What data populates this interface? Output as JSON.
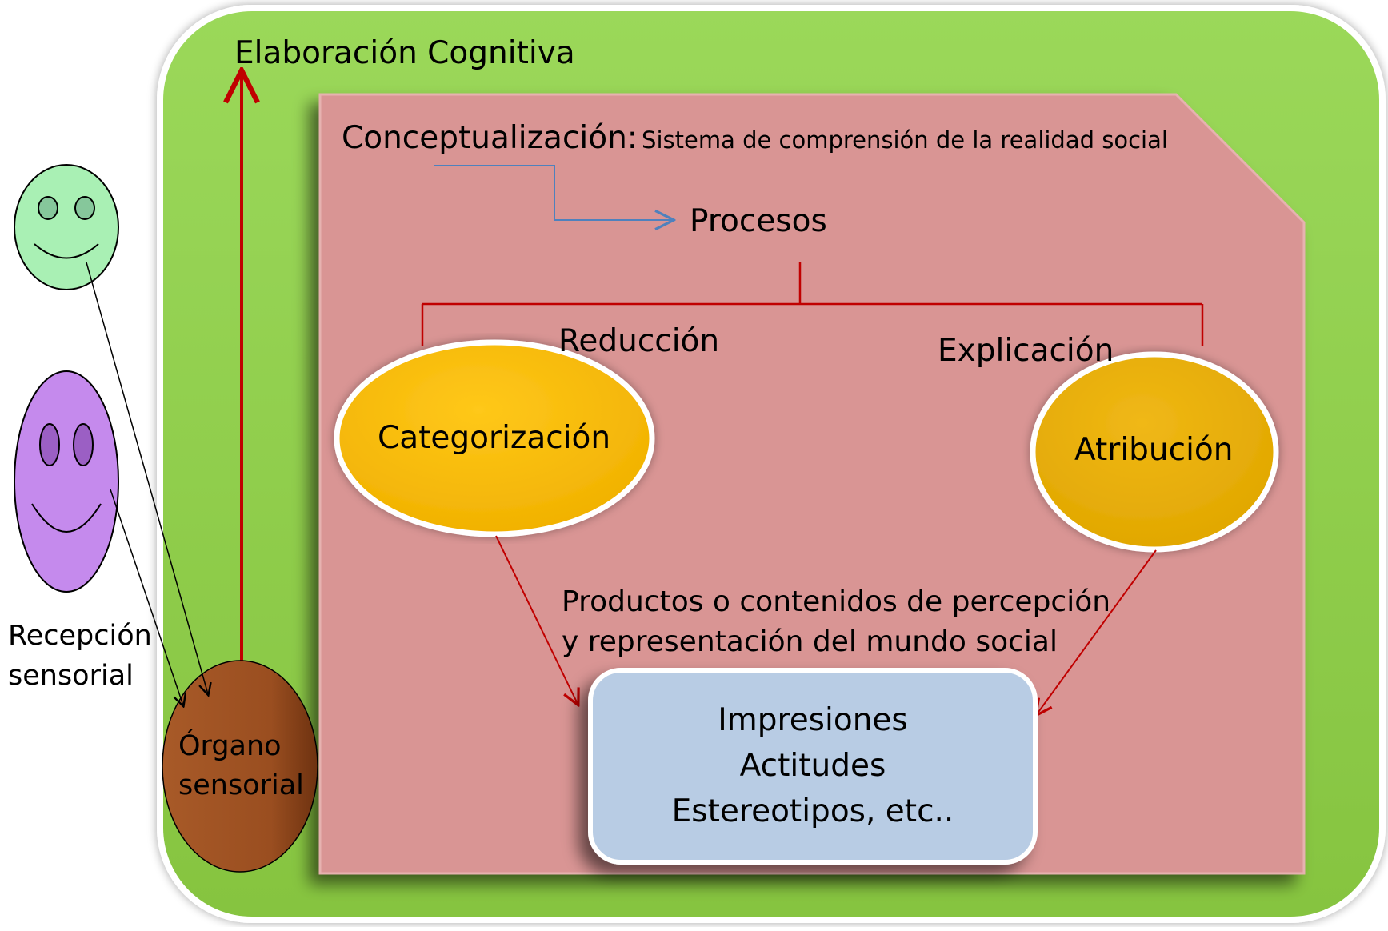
{
  "title": "Elaboración Cognitiva",
  "conceptualizacion": {
    "label": "Conceptualización:",
    "description": "Sistema de comprensión de la realidad social"
  },
  "procesos": "Procesos",
  "branches": {
    "left": "Reducción",
    "right": "Explicación"
  },
  "ellipses": {
    "left": "Categorización",
    "right": "Atribución"
  },
  "productos": {
    "line1": "Productos o contenidos de percepción",
    "line2": "y representación del mundo social"
  },
  "result_box": {
    "lines": [
      "Impresiones",
      "Actitudes",
      "Estereotipos, etc.."
    ]
  },
  "recepcion": {
    "line1": "Recepción",
    "line2": "sensorial"
  },
  "organo": {
    "line1": "Órgano",
    "line2": "sensorial"
  },
  "colors": {
    "outer_panel": "#92d050",
    "inner_panel": "#d99594",
    "ellipse_fill": "#f2b800",
    "result_box": "#b8cce4",
    "organo": "#a0522d",
    "face_green": "#a9f0b4",
    "face_purple": "#c58aed",
    "red_lines": "#c00000",
    "blue_arrow": "#4f81bd"
  }
}
